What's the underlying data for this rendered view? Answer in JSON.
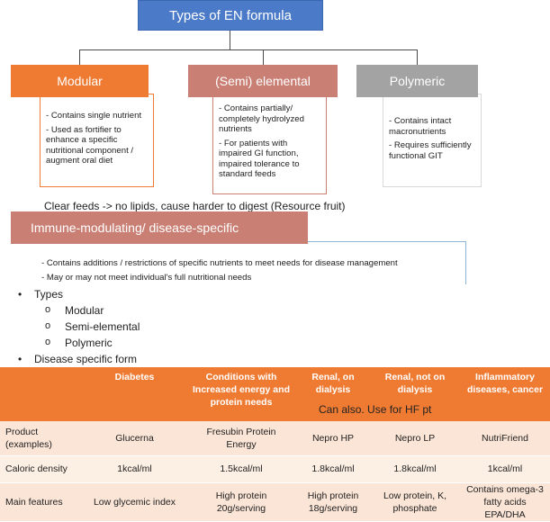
{
  "title": "Types of EN formula",
  "categories": {
    "modular": {
      "label": "Modular",
      "points": [
        "- Contains single nutrient",
        "- Used as fortifier to enhance a specific nutritional component / augment oral diet"
      ]
    },
    "semi": {
      "label": "(Semi) elemental",
      "points": [
        "- Contains partially/ completely hydrolyzed nutrients",
        "- For patients with impaired GI function, impaired tolerance to standard feeds"
      ]
    },
    "poly": {
      "label": "Polymeric",
      "points": [
        "- Contains intact macronutrients",
        "- Requires sufficiently functional GIT"
      ]
    },
    "immune": {
      "label": "Immune-modulating/ disease-specific",
      "points": [
        "- Contains additions / restrictions of specific nutrients to meet needs for disease management",
        "- May or may not meet individual's full nutritional needs"
      ]
    }
  },
  "note_clear": "Clear feeds -> no lipids, cause harder to digest (Resource fruit)",
  "bullets": {
    "types": "Types",
    "type_items": [
      "Modular",
      "Semi-elemental",
      "Polymeric"
    ],
    "disease": "Disease specific form"
  },
  "table": {
    "headers": [
      "",
      "Diabetes",
      "Conditions with Increased energy and protein needs",
      "Renal, on dialysis",
      "Renal, not on dialysis",
      "Inflammatory diseases, cancer"
    ],
    "rows": [
      {
        "label": "Product (examples)",
        "cells": [
          "Glucerna",
          "Fresubin Protein Energy",
          "Nepro HP",
          "Nepro LP",
          "NutriFriend"
        ]
      },
      {
        "label": "Caloric density",
        "cells": [
          "1kcal/ml",
          "1.5kcal/ml",
          "1.8kcal/ml",
          "1.8kcal/ml",
          "1kcal/ml"
        ]
      },
      {
        "label": "Main features",
        "cells": [
          "Low glycemic index",
          "High protein 20g/serving",
          "High protein 18g/serving",
          "Low protein, K, phosphate",
          "Contains omega-3 fatty acids EPA/DHA"
        ]
      }
    ]
  },
  "note_hf": "Can also. Use for HF pt",
  "colors": {
    "title": "#4a7ac8",
    "modular": "#ef7b33",
    "semi": "#c97f74",
    "poly": "#a3a3a3",
    "table_header": "#ef7b33",
    "table_row": "#fbe5d6"
  }
}
